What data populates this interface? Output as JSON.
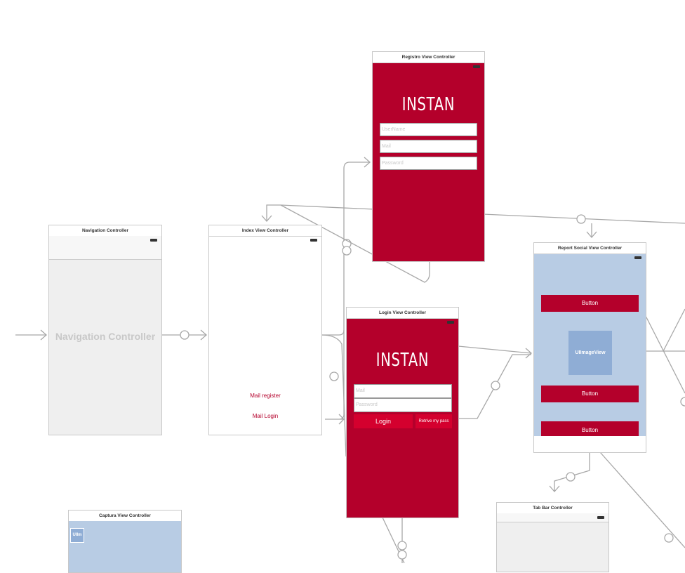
{
  "scenes": {
    "navigation": {
      "title": "Navigation Controller",
      "placeholder": "Navigation Controller"
    },
    "index": {
      "title": "Index View Controller",
      "mail_register": "Mail register",
      "mail_login": "Mail Login"
    },
    "registro": {
      "title": "Registro View Controller",
      "logo": "INSTAN",
      "username_placeholder": "UserName",
      "mail_placeholder": "Mail",
      "password_placeholder": "Password"
    },
    "login": {
      "title": "Login View Controller",
      "logo": "INSTAN",
      "mail_placeholder": "Mail",
      "password_placeholder": "Password",
      "login_label": "Login",
      "retrieve_label": "Retrive my pass"
    },
    "report": {
      "title": "Report Social View Controller",
      "button1": "Button",
      "image_view": "UIImageView",
      "button2": "Button",
      "button3": "Button"
    },
    "captura": {
      "title": "Captura View Controller",
      "image_view": "UIIm"
    },
    "tabbar": {
      "title": "Tab Bar Controller"
    }
  },
  "colors": {
    "brand_red": "#b4002b",
    "blue_bg": "#b8cce4",
    "image_view": "#8fadd5",
    "connector": "#a8a8a8"
  }
}
